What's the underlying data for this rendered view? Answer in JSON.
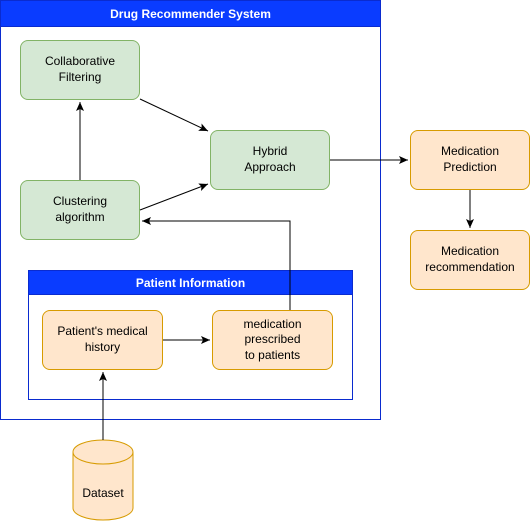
{
  "containers": {
    "system": {
      "title": "Drug Recommender System"
    },
    "patient": {
      "title": "Patient Information"
    }
  },
  "nodes": {
    "collaborative": {
      "label": "Collaborative\nFiltering"
    },
    "clustering": {
      "label": "Clustering\nalgorithm"
    },
    "hybrid": {
      "label": "Hybrid\nApproach"
    },
    "history": {
      "label": "Patient's medical\nhistory"
    },
    "medication_prescribed": {
      "label": "medication prescribed\nto patients"
    },
    "prediction": {
      "label": "Medication\nPrediction"
    },
    "recommendation": {
      "label": "Medication\nrecommendation"
    },
    "dataset": {
      "label": "Dataset"
    }
  },
  "colors": {
    "container_border": "#0a2bcf",
    "container_header": "#0a3cff",
    "green_fill": "#d5e8d4",
    "green_stroke": "#82b366",
    "orange_fill": "#ffe6cc",
    "orange_stroke": "#d79b00",
    "edge": "#000000"
  }
}
